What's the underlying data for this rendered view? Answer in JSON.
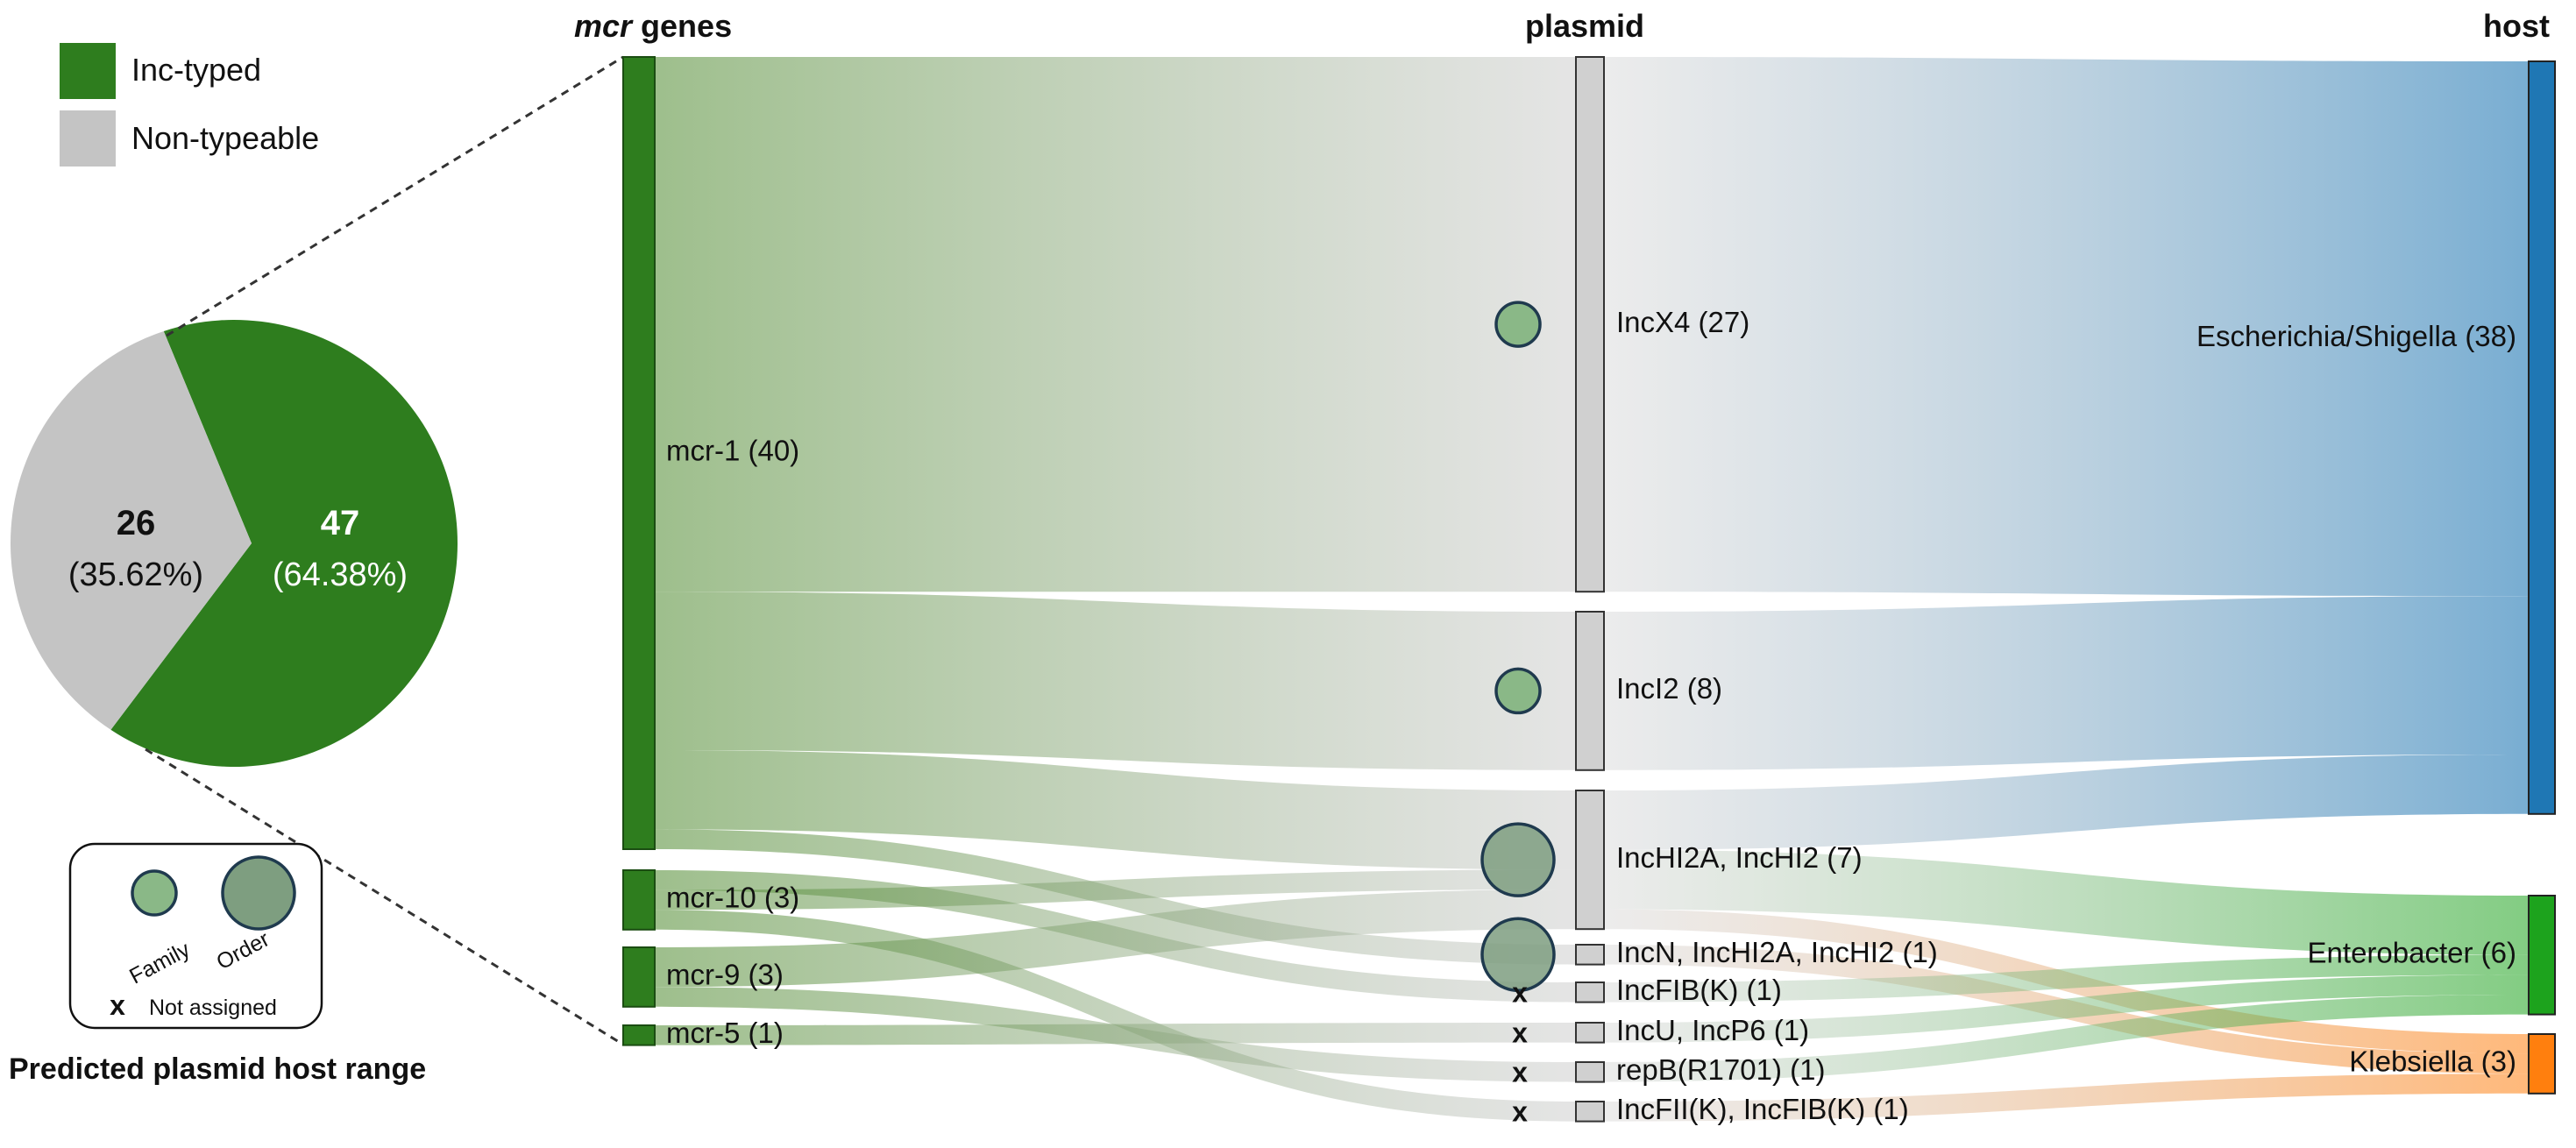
{
  "colors": {
    "inc_typed": "#2E7D1E",
    "non_typeable": "#C4C4C4",
    "mcr_node": "#2E7D1E",
    "plasmid_node": "#D0D0D0",
    "host_escherichia": "#1F77B4",
    "host_enterobacter": "#1DA31D",
    "host_klebsiella": "#FF7F0E",
    "circle_fill": "#8AB887",
    "circle_stroke": "#1F3A4E"
  },
  "pie": {
    "legend": [
      {
        "label": "Inc-typed",
        "color_key": "inc_typed"
      },
      {
        "label": "Non-typeable",
        "color_key": "non_typeable"
      }
    ],
    "slices": [
      {
        "name": "Inc-typed",
        "count": "47",
        "percent": "(64.38%)",
        "value": 47
      },
      {
        "name": "Non-typeable",
        "count": "26",
        "percent": "(35.62%)",
        "value": 26
      }
    ]
  },
  "host_range_legend": {
    "family": "Family",
    "order": "Order",
    "not_assigned_mark": "x",
    "not_assigned": "Not assigned",
    "title": "Predicted plasmid host range"
  },
  "headers": {
    "mcr_italic": "mcr",
    "mcr_rest": " genes",
    "plasmid": "plasmid",
    "host": "host"
  },
  "mcr_nodes": [
    {
      "id": "mcr1",
      "label": "mcr-1 (40)",
      "value": 40
    },
    {
      "id": "mcr10",
      "label": "mcr-10 (3)",
      "value": 3
    },
    {
      "id": "mcr9",
      "label": "mcr-9 (3)",
      "value": 3
    },
    {
      "id": "mcr5",
      "label": "mcr-5 (1)",
      "value": 1
    }
  ],
  "plasmid_nodes": [
    {
      "id": "IncX4",
      "label": "IncX4 (27)",
      "value": 27,
      "host_range": "family"
    },
    {
      "id": "IncI2",
      "label": "IncI2 (8)",
      "value": 8,
      "host_range": "family"
    },
    {
      "id": "IncHI2A",
      "label": "IncHI2A, IncHI2 (7)",
      "value": 7,
      "host_range": "order"
    },
    {
      "id": "IncN",
      "label": "IncN, IncHI2A, IncHI2 (1)",
      "value": 1,
      "host_range": "order"
    },
    {
      "id": "IncFIBK",
      "label": "IncFIB(K) (1)",
      "value": 1,
      "host_range": "not_assigned"
    },
    {
      "id": "IncU",
      "label": "IncU, IncP6 (1)",
      "value": 1,
      "host_range": "not_assigned"
    },
    {
      "id": "repB",
      "label": "repB(R1701) (1)",
      "value": 1,
      "host_range": "not_assigned"
    },
    {
      "id": "IncFII",
      "label": "IncFII(K), IncFIB(K) (1)",
      "value": 1,
      "host_range": "not_assigned"
    }
  ],
  "host_nodes": [
    {
      "id": "Esch",
      "label": "Escherichia/Shigella (38)",
      "value": 38,
      "color_key": "host_escherichia"
    },
    {
      "id": "Ent",
      "label": "Enterobacter (6)",
      "value": 6,
      "color_key": "host_enterobacter"
    },
    {
      "id": "Kleb",
      "label": "Klebsiella (3)",
      "value": 3,
      "color_key": "host_klebsiella"
    }
  ],
  "links_mcr_plasmid": [
    {
      "source": "mcr1",
      "target": "IncX4",
      "value": 27
    },
    {
      "source": "mcr1",
      "target": "IncI2",
      "value": 8
    },
    {
      "source": "mcr1",
      "target": "IncHI2A",
      "value": 4
    },
    {
      "source": "mcr1",
      "target": "IncN",
      "value": 1
    },
    {
      "source": "mcr10",
      "target": "IncFIBK",
      "value": 1
    },
    {
      "source": "mcr10",
      "target": "IncHI2A",
      "value": 1
    },
    {
      "source": "mcr10",
      "target": "IncFII",
      "value": 1
    },
    {
      "source": "mcr9",
      "target": "IncHI2A",
      "value": 2
    },
    {
      "source": "mcr9",
      "target": "repB",
      "value": 1
    },
    {
      "source": "mcr5",
      "target": "IncU",
      "value": 1
    }
  ],
  "links_plasmid_host": [
    {
      "source": "IncX4",
      "target": "Esch",
      "value": 27
    },
    {
      "source": "IncI2",
      "target": "Esch",
      "value": 8
    },
    {
      "source": "IncHI2A",
      "target": "Esch",
      "value": 3
    },
    {
      "source": "IncHI2A",
      "target": "Ent",
      "value": 3
    },
    {
      "source": "IncHI2A",
      "target": "Kleb",
      "value": 1
    },
    {
      "source": "IncN",
      "target": "Kleb",
      "value": 1
    },
    {
      "source": "IncFIBK",
      "target": "Ent",
      "value": 1
    },
    {
      "source": "IncU",
      "target": "Ent",
      "value": 1
    },
    {
      "source": "repB",
      "target": "Ent",
      "value": 1
    },
    {
      "source": "IncFII",
      "target": "Kleb",
      "value": 1
    }
  ]
}
